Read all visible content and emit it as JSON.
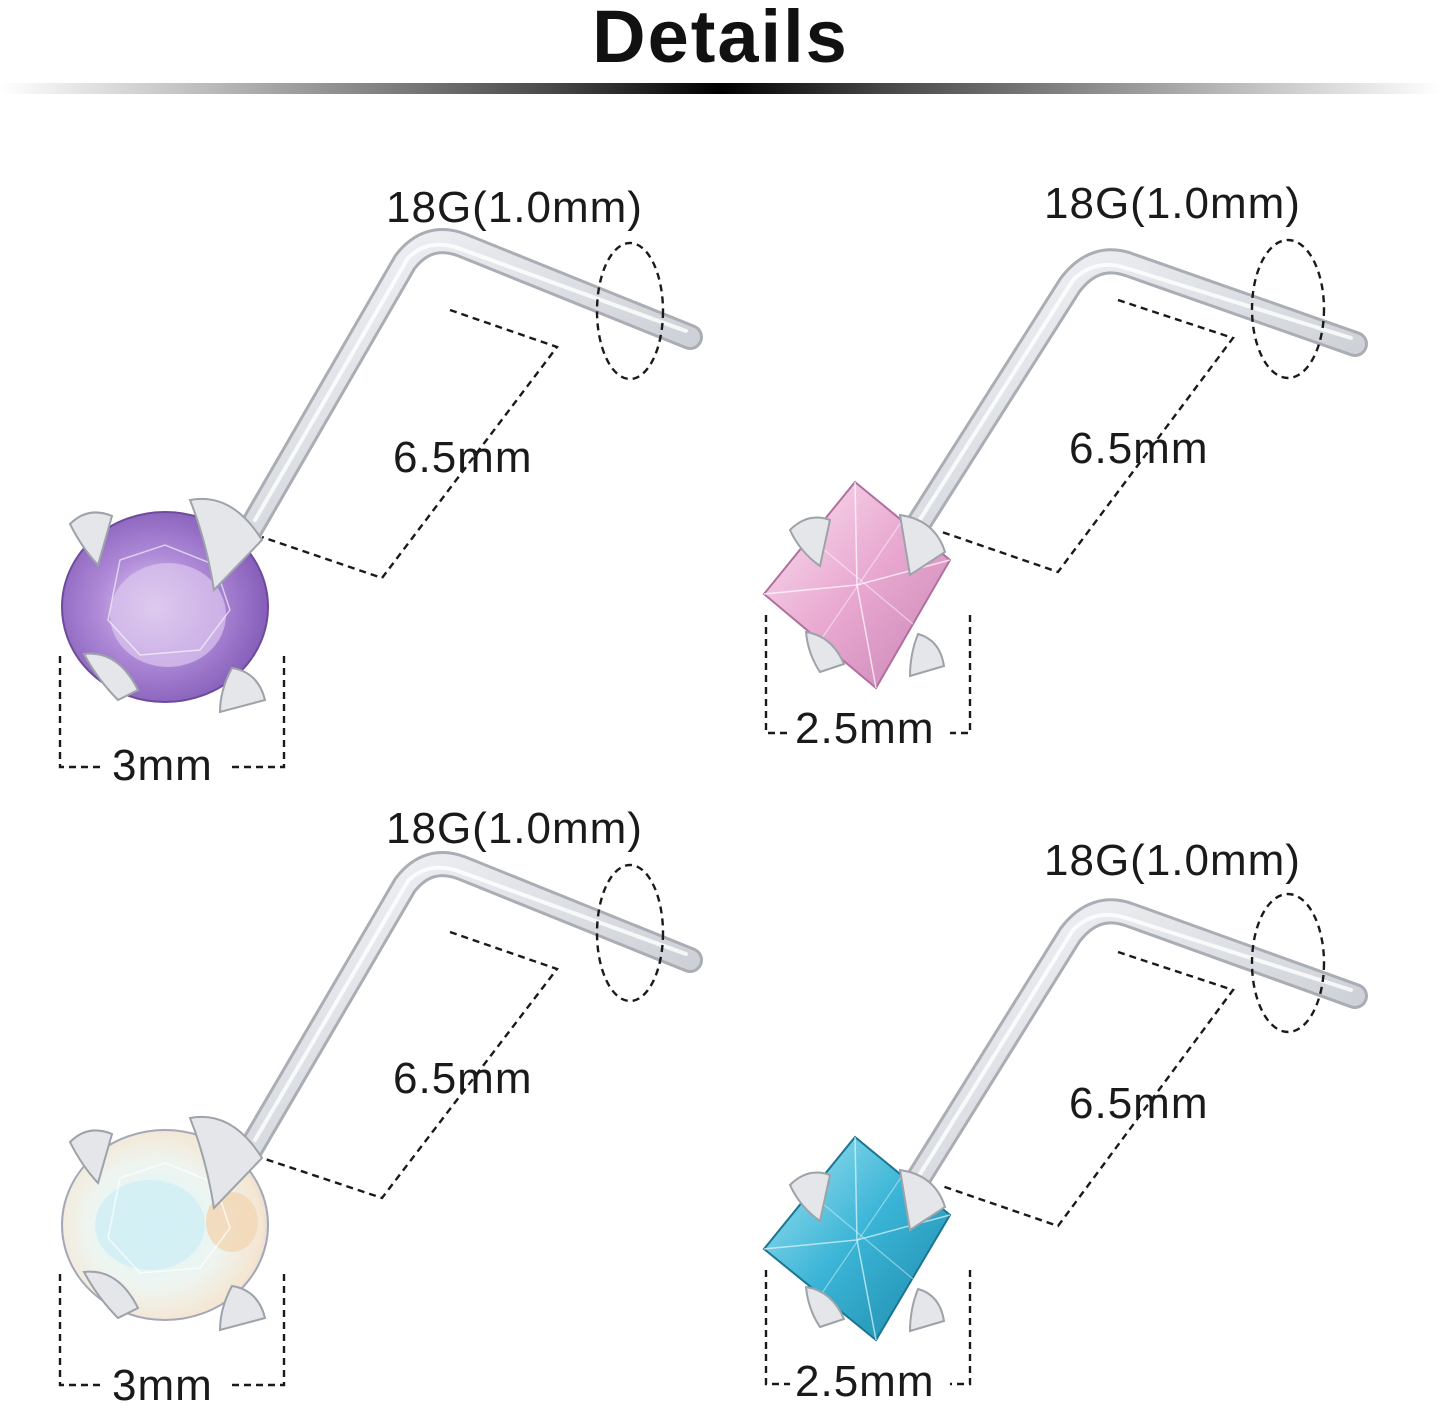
{
  "title": "Details",
  "colors": {
    "amethyst": "#a27fd0",
    "pink": "#f0bde0",
    "opal": "#e6f1f4",
    "aqua": "#48c3e0",
    "metal": "#dfe2e6"
  },
  "items": [
    {
      "gauge_label": "18G(1.0mm)",
      "length_label": "6.5mm",
      "stone_label": "3mm",
      "stone_shape": "round",
      "stone_color": "amethyst"
    },
    {
      "gauge_label": "18G(1.0mm)",
      "length_label": "6.5mm",
      "stone_label": "2.5mm",
      "stone_shape": "square",
      "stone_color": "pink"
    },
    {
      "gauge_label": "18G(1.0mm)",
      "length_label": "6.5mm",
      "stone_label": "3mm",
      "stone_shape": "round",
      "stone_color": "opal"
    },
    {
      "gauge_label": "18G(1.0mm)",
      "length_label": "6.5mm",
      "stone_label": "2.5mm",
      "stone_shape": "square",
      "stone_color": "aqua"
    }
  ]
}
